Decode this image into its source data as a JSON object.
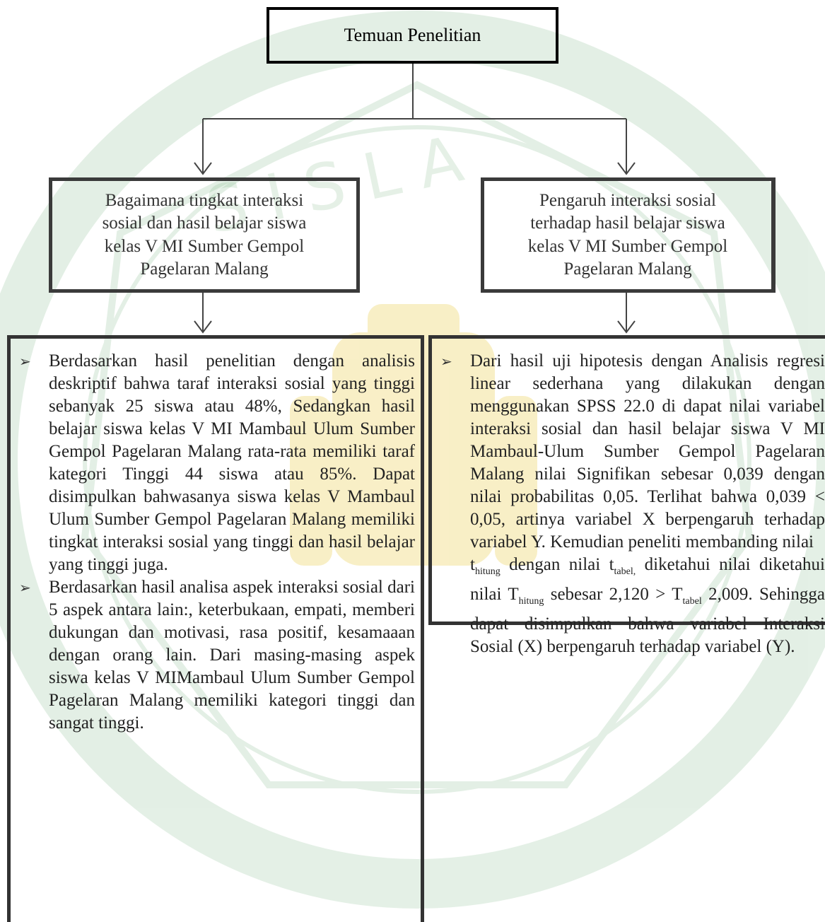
{
  "diagram": {
    "top_box": {
      "label": "Temuan Penelitian"
    },
    "left_question": {
      "lines": [
        "Bagaimana tingkat interaksi",
        "sosial  dan hasil belajar  siswa",
        "kelas V MI Sumber Gempol",
        "Pagelaran Malang"
      ]
    },
    "right_question": {
      "lines": [
        "Pengaruh interaksi sosial",
        "terhadap hasil belajar siswa",
        "kelas V MI Sumber Gempol",
        "Pagelaran Malang"
      ]
    },
    "left_findings": [
      "Berdasarkan hasil penelitian dengan analisis deskriptif bahwa taraf interaksi sosial yang tinggi sebanyak 25 siswa atau 48%, Sedangkan hasil belajar siswa kelas V MI Mambaul Ulum Sumber Gempol Pagelaran Malang rata-rata memiliki taraf kategori Tinggi 44 siswa atau 85%. Dapat disimpulkan bahwasanya siswa kelas V Mambaul Ulum Sumber Gempol Pagelaran Malang memiliki tingkat interaksi sosial yang tinggi dan hasil belajar yang tinggi juga.",
      "Berdasarkan hasil analisa aspek interaksi sosial dari 5 aspek antara lain:, keterbukaan, empati, memberi dukungan dan motivasi, rasa positif, kesamaaan dengan orang lain. Dari masing-masing aspek siswa kelas V MIMambaul Ulum Sumber Gempol Pagelaran Malang memiliki kategori tinggi dan sangat tinggi."
    ],
    "right_findings": {
      "part1": "Dari hasil uji hipotesis dengan Analisis regresi linear sederhana yang dilakukan dengan menggunakan SPSS 22.0 di dapat nilai variabel interaksi sosial dan hasil belajar siswa V MI Mambaul-Ulum Sumber Gempol Pagelaran Malang nilai Signifikan sebesar 0,039 dengan nilai probabilitas 0,05. Terlihat bahwa 0,039 < 0,05, artinya variabel X berpengaruh terhadap variabel Y. Kemudian peneliti membanding nilai",
      "t1": "t",
      "t1_sub": "hitung",
      "part2": " dengan nilai ",
      "t2": "t",
      "t2_sub": "tabel,",
      "part3": " diketahui nilai diketahui nilai ",
      "t3": "T",
      "t3_sub": "hitung",
      "part4": " sebesar 2,120 > ",
      "t4": "T",
      "t4_sub": "tabel",
      "part5": " 2,009. Sehingga dapat disimpulkan bahwa variabel Interaksi Sosial (X) berpengaruh terhadap variabel (Y)."
    },
    "bullet_symbol": "➢",
    "colors": {
      "watermark_green": "#2f8a3c",
      "watermark_gold": "#e3b800",
      "border": "#333333"
    }
  }
}
